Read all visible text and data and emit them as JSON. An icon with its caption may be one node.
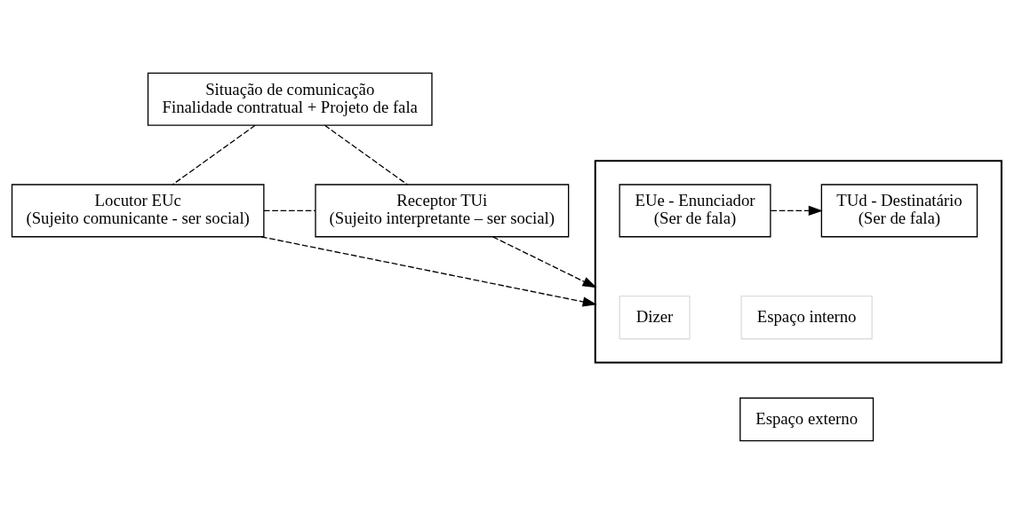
{
  "diagram": {
    "nodes": [
      {
        "text": [
          "Situação de comunicação",
          "Finalidade contratual + Projeto de fala"
        ]
      },
      {
        "text": [],
        "shape": "box"
      },
      {
        "text": [
          "Dizer"
        ],
        "in": 1
      },
      {
        "text": [
          "Locutor EUc",
          "(Sujeito comunicante - ser social)"
        ]
      },
      {
        "text": [
          "EUe - Enunciador",
          "(Ser de fala)"
        ],
        "in": 1
      },
      {
        "text": [
          "TUd - Destinatário",
          "(Ser de fala)"
        ],
        "in": 1
      },
      {
        "text": [
          "Receptor TUi",
          "(Sujeito interpretante – ser social)"
        ]
      },
      {
        "text": [
          "Espaço interno"
        ],
        "in": 1
      },
      {
        "text": [
          "Espaço externo"
        ]
      }
    ],
    "edges": [
      {
        "from": 0,
        "to": 3,
        "arrow": "none",
        "style": "dashed"
      },
      {
        "from": 0,
        "to": 6,
        "arrow": "none",
        "style": "dashed"
      },
      {
        "from": 3,
        "to": 1,
        "arrow": "to",
        "style": "dashed"
      },
      {
        "from": 6,
        "to": 1,
        "arrow": "to",
        "style": "dashed"
      },
      {
        "from": 4,
        "to": 5,
        "arrow": "to",
        "style": "dashed"
      },
      {
        "from": 3,
        "to": 6,
        "arrow": "none",
        "style": "dashed"
      }
    ]
  }
}
